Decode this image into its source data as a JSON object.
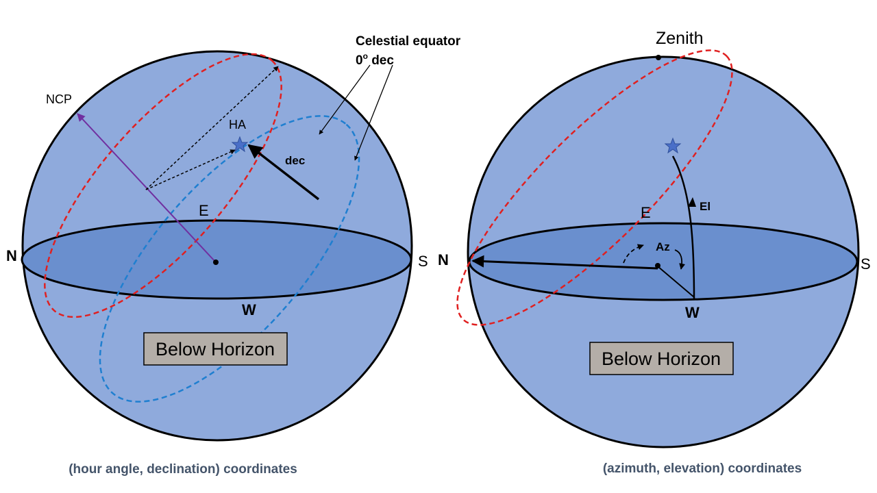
{
  "left_diagram": {
    "ncp_label": "NCP",
    "ha_label": "HA",
    "dec_label": "dec",
    "equator_label_line1": "Celestial equator",
    "equator_label_line2": "0",
    "equator_label_sup": "o",
    "equator_label_dec": " dec",
    "east_label": "E",
    "west_label": "W",
    "north_label": "N",
    "south_label": "S",
    "below_horizon": "Below Horizon",
    "caption": "(hour angle, declination) coordinates"
  },
  "right_diagram": {
    "zenith_label": "Zenith",
    "el_label": "El",
    "az_label": "Az",
    "east_label": "E",
    "west_label": "W",
    "north_label": "N",
    "south_label": "S",
    "below_horizon": "Below Horizon",
    "caption": "(azimuth, elevation) coordinates"
  },
  "colors": {
    "sphere_fill": "#8faadc",
    "horizon_fill": "#6a8fce",
    "equator_red": "#e02020",
    "equator_blue": "#1f7fd0",
    "ncp_purple": "#7030a0",
    "star": "#4a6fc8",
    "box_fill": "#b4aea8"
  }
}
